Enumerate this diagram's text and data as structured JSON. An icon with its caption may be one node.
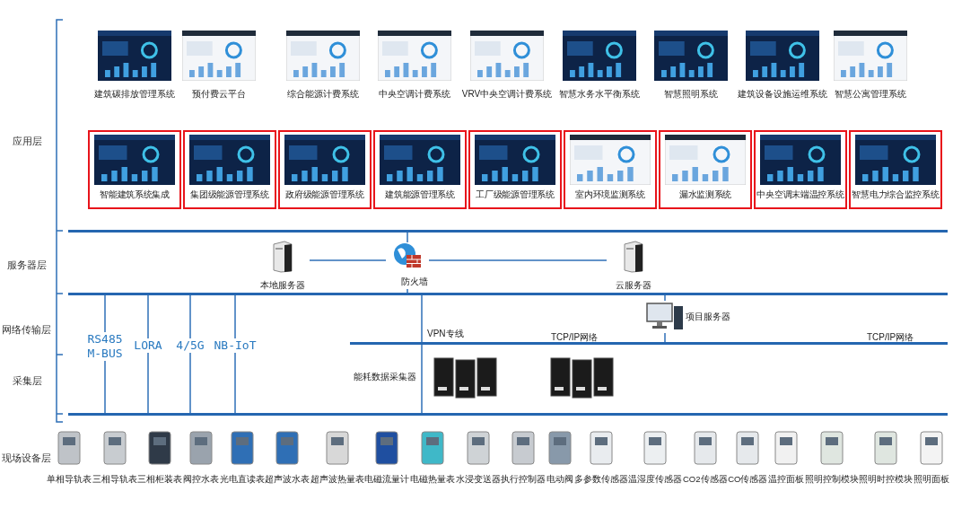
{
  "diagram": {
    "nodes": [
      {
        "text": [
          "建筑碳排放管理系统"
        ]
      },
      {
        "text": [
          "预付费云平台"
        ]
      },
      {
        "text": [
          "综合能源计费系统"
        ]
      },
      {
        "text": [
          "中央空调计费系统"
        ]
      },
      {
        "text": [
          "VRV中央空调计费系统"
        ]
      },
      {
        "text": [
          "智慧水务水平衡系统"
        ]
      },
      {
        "text": [
          "智慧照明系统"
        ]
      },
      {
        "text": [
          "建筑设备设施运维系统"
        ]
      },
      {
        "text": [
          "智慧公寓管理系统"
        ]
      },
      {
        "text": [
          "智能建筑系统集成"
        ]
      },
      {
        "text": [
          "集团级能源管理系统"
        ]
      },
      {
        "text": [
          "政府级能源管理系统"
        ]
      },
      {
        "text": [
          "建筑能源管理系统"
        ]
      },
      {
        "text": [
          "工厂级能源管理系统"
        ]
      },
      {
        "text": [
          "室内环境监测系统"
        ]
      },
      {
        "text": [
          "漏水监测系统"
        ]
      },
      {
        "text": [
          "中央空调末端温控系统"
        ]
      },
      {
        "text": [
          "智慧电力综合监控系统"
        ]
      },
      {
        "text": [],
        "shape": "bar"
      },
      {
        "text": [
          "本地服务器"
        ]
      },
      {
        "text": [
          "防火墙"
        ]
      },
      {
        "text": [
          "云服务器"
        ]
      },
      {
        "text": [],
        "shape": "bar"
      },
      {
        "text": [
          "项目服务器"
        ]
      },
      {
        "text": [],
        "shape": "bar",
        "beside": [
          "TCP/IP网络",
          "TCP/IP网络"
        ]
      },
      {
        "text": [],
        "shape": "picture",
        "beside": [
          "能耗数据采集器"
        ]
      },
      {
        "text": [],
        "shape": "picture"
      },
      {
        "text": [],
        "shape": "bar"
      },
      {
        "text": [
          "单相导轨表"
        ]
      },
      {
        "text": [
          "三相导轨表"
        ]
      },
      {
        "text": [
          "三相柜装表"
        ]
      },
      {
        "text": [
          "阀控水表"
        ]
      },
      {
        "text": [
          "光电直读表"
        ]
      },
      {
        "text": [
          "超声波水表"
        ]
      },
      {
        "text": [
          "超声波热量表"
        ]
      },
      {
        "text": [
          "电磁流量计"
        ]
      },
      {
        "text": [
          "电磁热量表"
        ]
      },
      {
        "text": [
          "水浸变送器"
        ]
      },
      {
        "text": [
          "执行控制器"
        ]
      },
      {
        "text": [
          "电动阀"
        ]
      },
      {
        "text": [
          "多参数传感器"
        ]
      },
      {
        "text": [
          "温湿度传感器"
        ]
      },
      {
        "text": [
          "CO2传感器"
        ]
      },
      {
        "text": [
          "CO传感器"
        ]
      },
      {
        "text": [
          "温控面板"
        ]
      },
      {
        "text": [
          "照明控制模块"
        ]
      },
      {
        "text": [
          "照明时控模块"
        ]
      },
      {
        "text": [
          "照明面板"
        ]
      }
    ],
    "edges": [
      {
        "from": 19,
        "to": 20,
        "arrow": "none"
      },
      {
        "from": 20,
        "to": 21,
        "arrow": "none"
      },
      {
        "from": 20,
        "to": 18,
        "arrow": "none"
      },
      {
        "from": 20,
        "to": 22,
        "arrow": "none"
      },
      {
        "from": 22,
        "to": 27,
        "arrow": "none",
        "label": "VPN专线"
      },
      {
        "from": 22,
        "to": 23,
        "arrow": "none"
      },
      {
        "from": 23,
        "to": 24,
        "arrow": "none"
      },
      {
        "from": 22,
        "to": 27,
        "arrow": "none",
        "label": "RS485 M-BUS"
      },
      {
        "from": 22,
        "to": 27,
        "arrow": "none",
        "label": "LORA"
      },
      {
        "from": 22,
        "to": 27,
        "arrow": "none",
        "label": "4/5G"
      },
      {
        "from": 22,
        "to": 27,
        "arrow": "none",
        "label": "NB-IoT"
      }
    ],
    "labels": [
      "应用层",
      "服务器层",
      "网络传输层",
      "采集层",
      "现场设备层"
    ]
  }
}
